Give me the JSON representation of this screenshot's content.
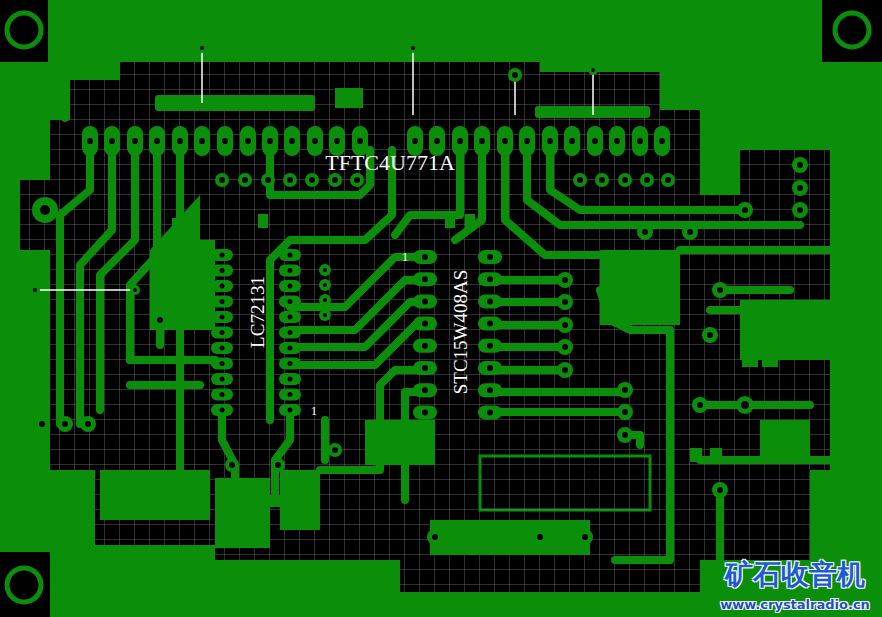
{
  "diagram": {
    "labels": [
      "TFTC4U771A",
      "1",
      "LC72131",
      "STC15W408AS",
      "1",
      "矿石收音机",
      "www.crystalradio.cn"
    ]
  }
}
